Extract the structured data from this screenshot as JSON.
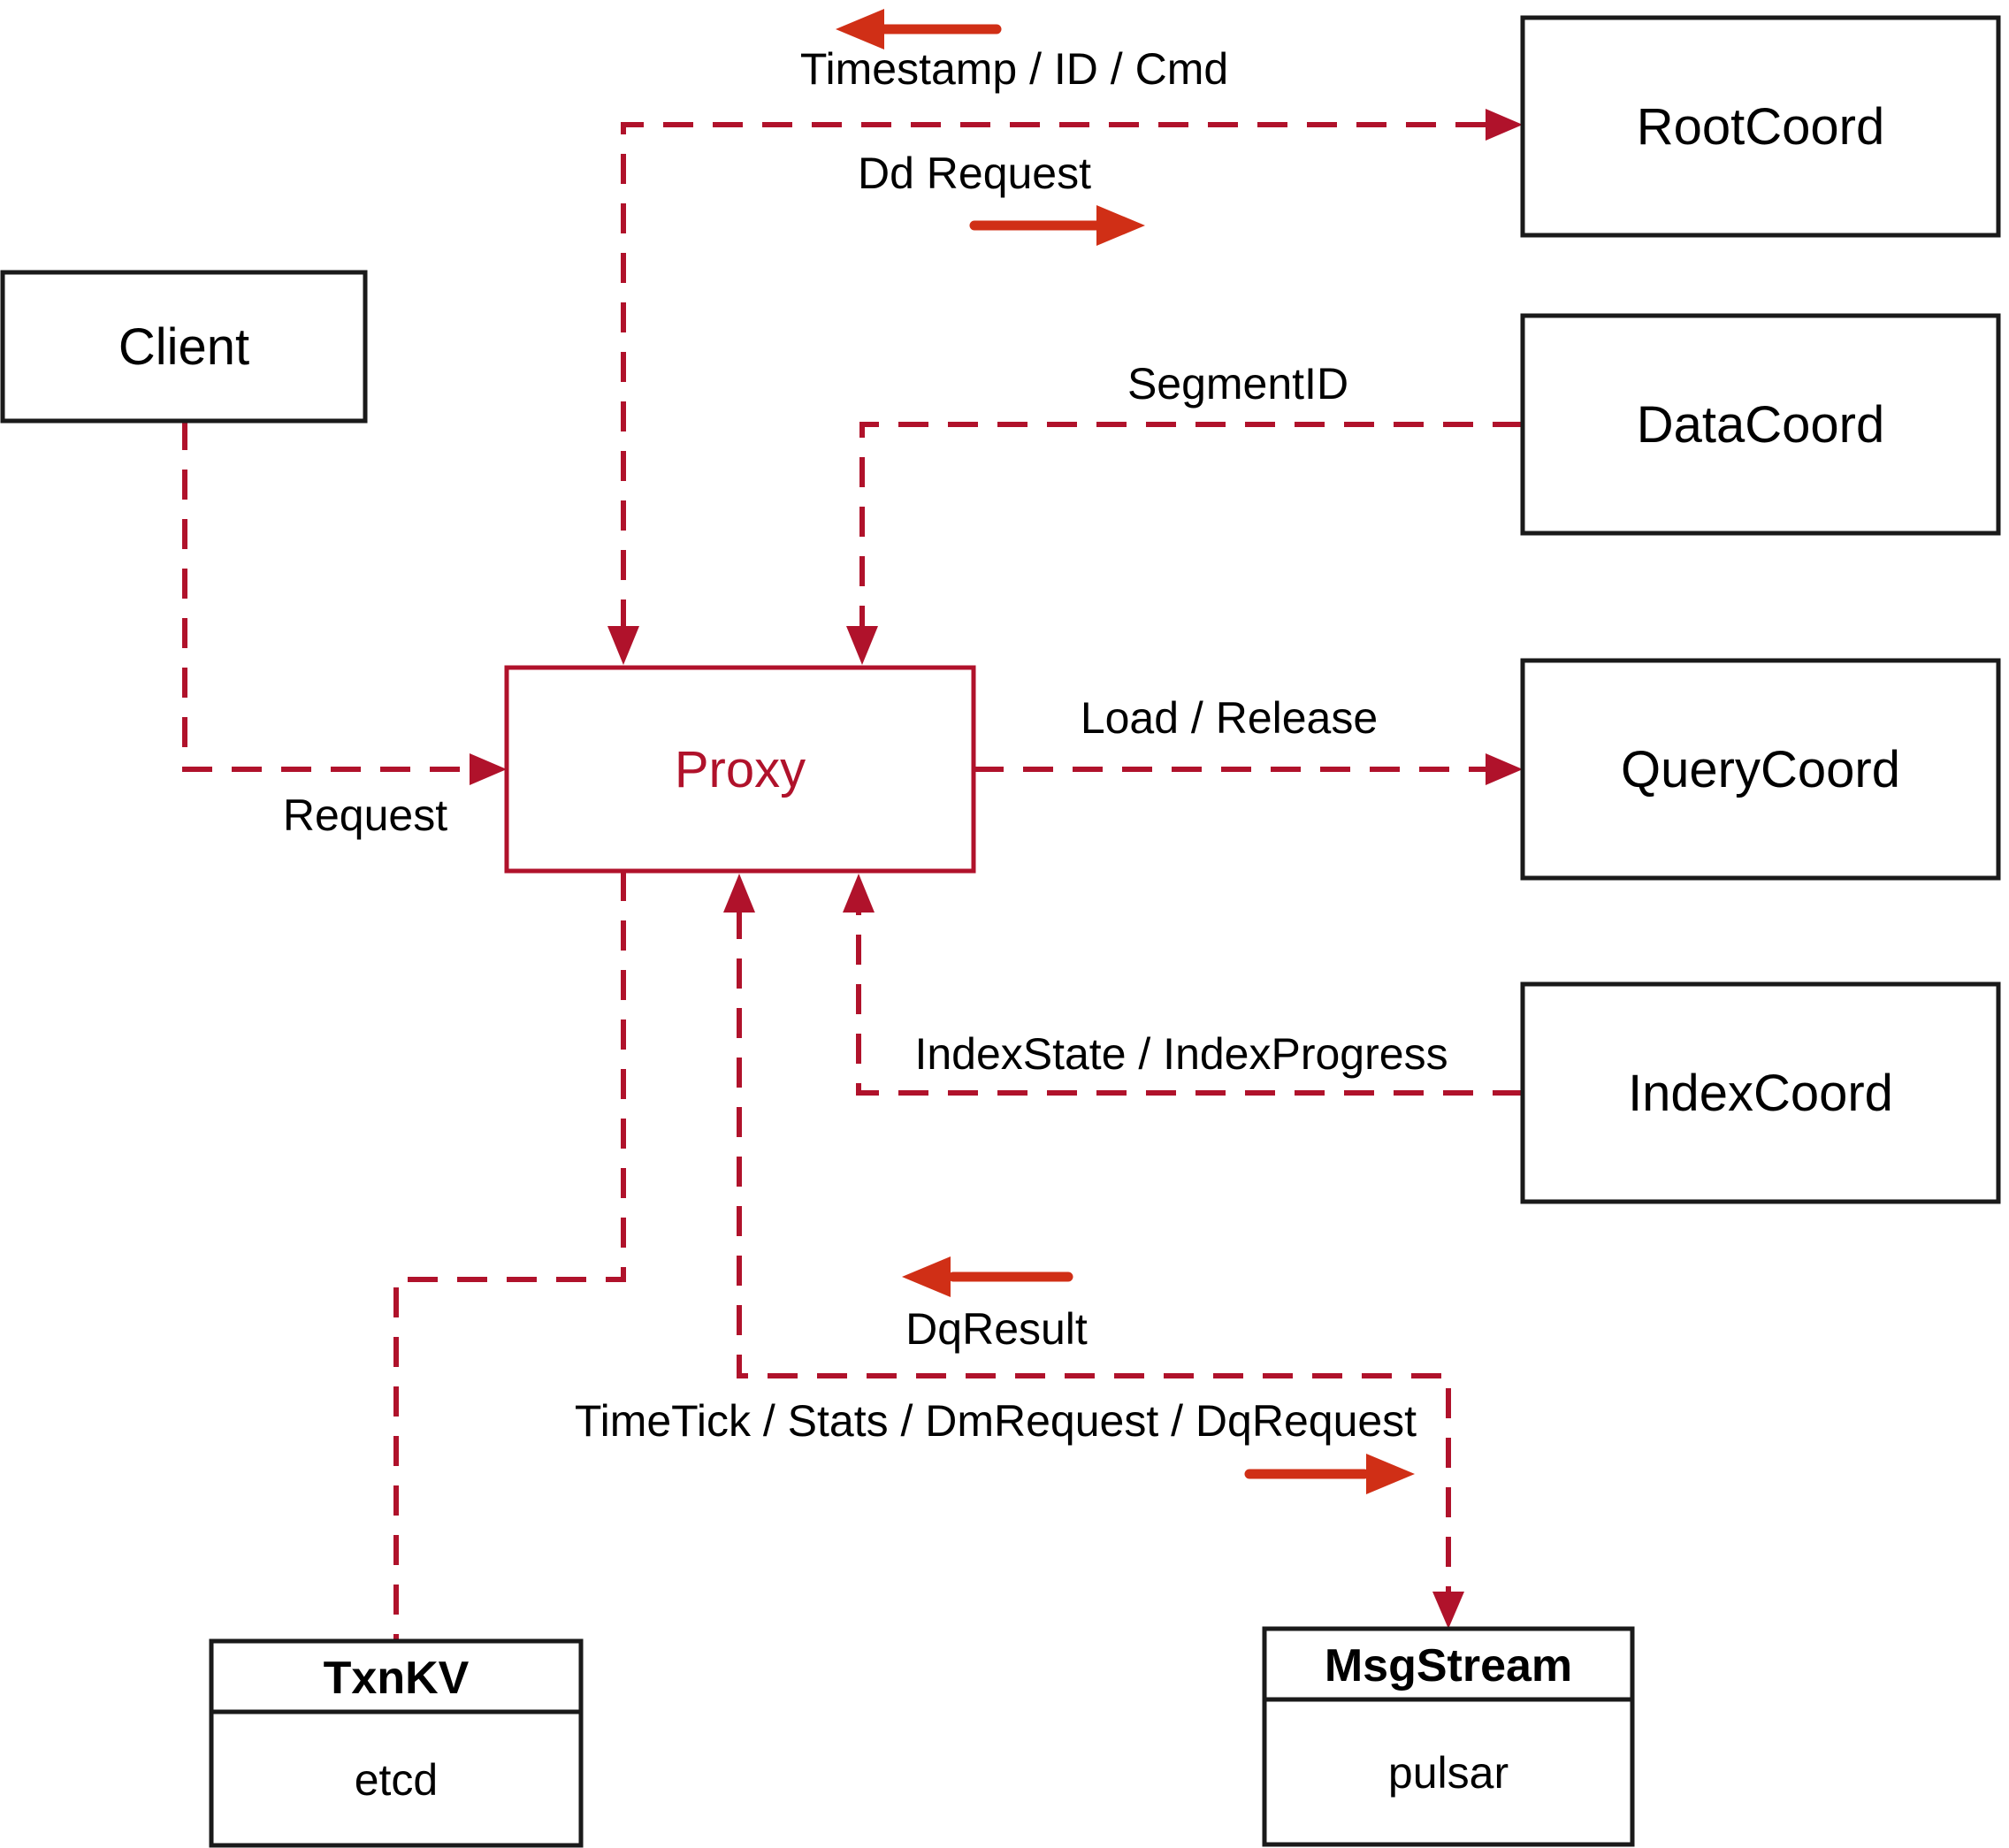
{
  "diagram": {
    "boxes": {
      "client": {
        "label": "Client"
      },
      "proxy": {
        "label": "Proxy"
      },
      "rootcoord": {
        "label": "RootCoord"
      },
      "datacoord": {
        "label": "DataCoord"
      },
      "querycoord": {
        "label": "QueryCoord"
      },
      "indexcoord": {
        "label": "IndexCoord"
      },
      "txnkv": {
        "title": "TxnKV",
        "subtitle": "etcd"
      },
      "msgstream": {
        "title": "MsgStream",
        "subtitle": "pulsar"
      }
    },
    "edge_labels": {
      "timestamp": "Timestamp / ID / Cmd",
      "dd_request": "Dd Request",
      "segment_id": "SegmentID",
      "load_release": "Load / Release",
      "index_state": "IndexState / IndexProgress",
      "request": "Request",
      "dq_result": "DqResult",
      "timetick": "TimeTick / Stats / DmRequest / DqRequest"
    },
    "colors": {
      "dashed_line": "#b0122b",
      "proxy_accent": "#b0122b",
      "solid_arrow": "#d02f16",
      "box_border": "#1a1a1a",
      "text": "#000000",
      "background": "#ffffff"
    }
  }
}
